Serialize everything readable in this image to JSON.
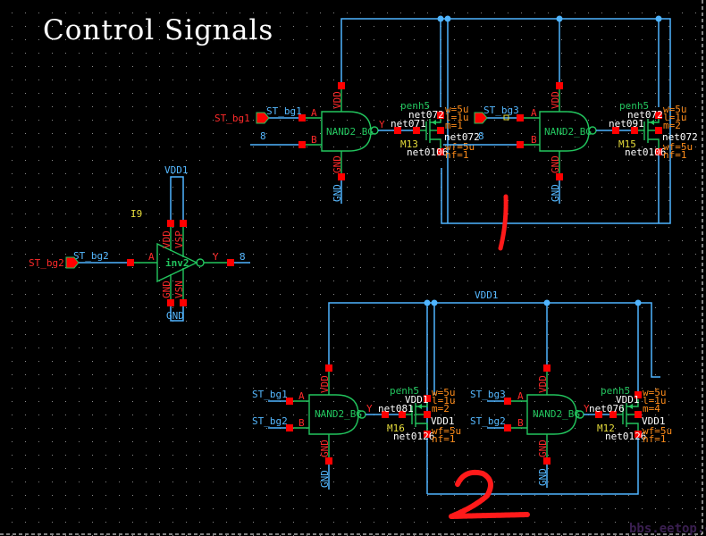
{
  "title": "Control Signals",
  "watermark": "bbs.eetop.cn",
  "annotation": "2",
  "colors": {
    "background": "#000000",
    "wire": "#4fb4ff",
    "symbol": "#22c55e",
    "pin": "#ff0000",
    "pin_label": "#ff2a2a",
    "instance_name": "#e6dc3a",
    "param": "#ff8c1a",
    "net_label": "#fff3d0"
  },
  "supply": {
    "vdd": "VDD1",
    "gnd": "GND"
  },
  "inverter": {
    "instance": "I9",
    "cell": "inv2",
    "pins": {
      "a": "A",
      "y": "Y",
      "vdd": "VDD",
      "vsp": "VSP",
      "gnd": "GND",
      "vsn": "VSN"
    },
    "input_pin": "ST_bg2",
    "input_net": "ST_bg2",
    "output_net": "8",
    "vdd_net": "VDD1",
    "gnd_net": "GND"
  },
  "nand_gates": [
    {
      "cell": "NAND2_BG",
      "pins": {
        "a": "A",
        "b": "B",
        "y": "Y",
        "vdd": "VDD",
        "gnd": "GND"
      },
      "input_pin": "ST_bg1",
      "net_a": "ST_bg1",
      "net_b": "8",
      "gnd_net": "GND"
    },
    {
      "cell": "NAND2_BG",
      "pins": {
        "a": "A",
        "b": "B",
        "y": "Y",
        "vdd": "VDD",
        "gnd": "GND"
      },
      "input_pin": "ST_bg3",
      "net_a": "ST_bg3",
      "net_b": "8",
      "gnd_net": "GND"
    },
    {
      "cell": "NAND2_BG",
      "pins": {
        "a": "A",
        "b": "B",
        "y": "Y",
        "vdd": "VDD",
        "gnd": "GND"
      },
      "net_a": "ST_bg1",
      "net_b": "ST_bg2",
      "gnd_net": "GND"
    },
    {
      "cell": "NAND2_BG",
      "pins": {
        "a": "A",
        "b": "B",
        "y": "Y",
        "vdd": "VDD",
        "gnd": "GND"
      },
      "net_a": "ST_bg3",
      "net_b": "ST_bg2",
      "gnd_net": "GND"
    }
  ],
  "transistors": [
    {
      "instance": "M13",
      "model": "penh5",
      "gate_net": "net071",
      "source_net": "net072",
      "bulk_net": "net072",
      "drain_net": "net0106",
      "w": "w=5u",
      "l": "l=1u",
      "m": "m=1",
      "wf": "wf=5u",
      "nf": "nf=1"
    },
    {
      "instance": "M15",
      "model": "penh5",
      "gate_net": "net091",
      "source_net": "net072",
      "bulk_net": "net072",
      "drain_net": "net0106",
      "w": "w=5u",
      "l": "l=1u",
      "m": "m=2",
      "wf": "wf=5u",
      "nf": "nf=1"
    },
    {
      "instance": "M16",
      "model": "penh5",
      "gate_net": "net081",
      "source_net": "VDD1",
      "bulk_net": "VDD1",
      "drain_net": "net0126",
      "w": "w=5u",
      "l": "l=1u",
      "m": "m=2",
      "wf": "wf=5u",
      "nf": "nf=1"
    },
    {
      "instance": "M12",
      "model": "penh5",
      "gate_net": "net076",
      "source_net": "VDD1",
      "bulk_net": "VDD1",
      "drain_net": "net0126",
      "w": "w=5u",
      "l": "l=1u",
      "m": "m=4",
      "wf": "wf=5u",
      "nf": "nf=1"
    }
  ],
  "bottom_vdd_label": "VDD1"
}
